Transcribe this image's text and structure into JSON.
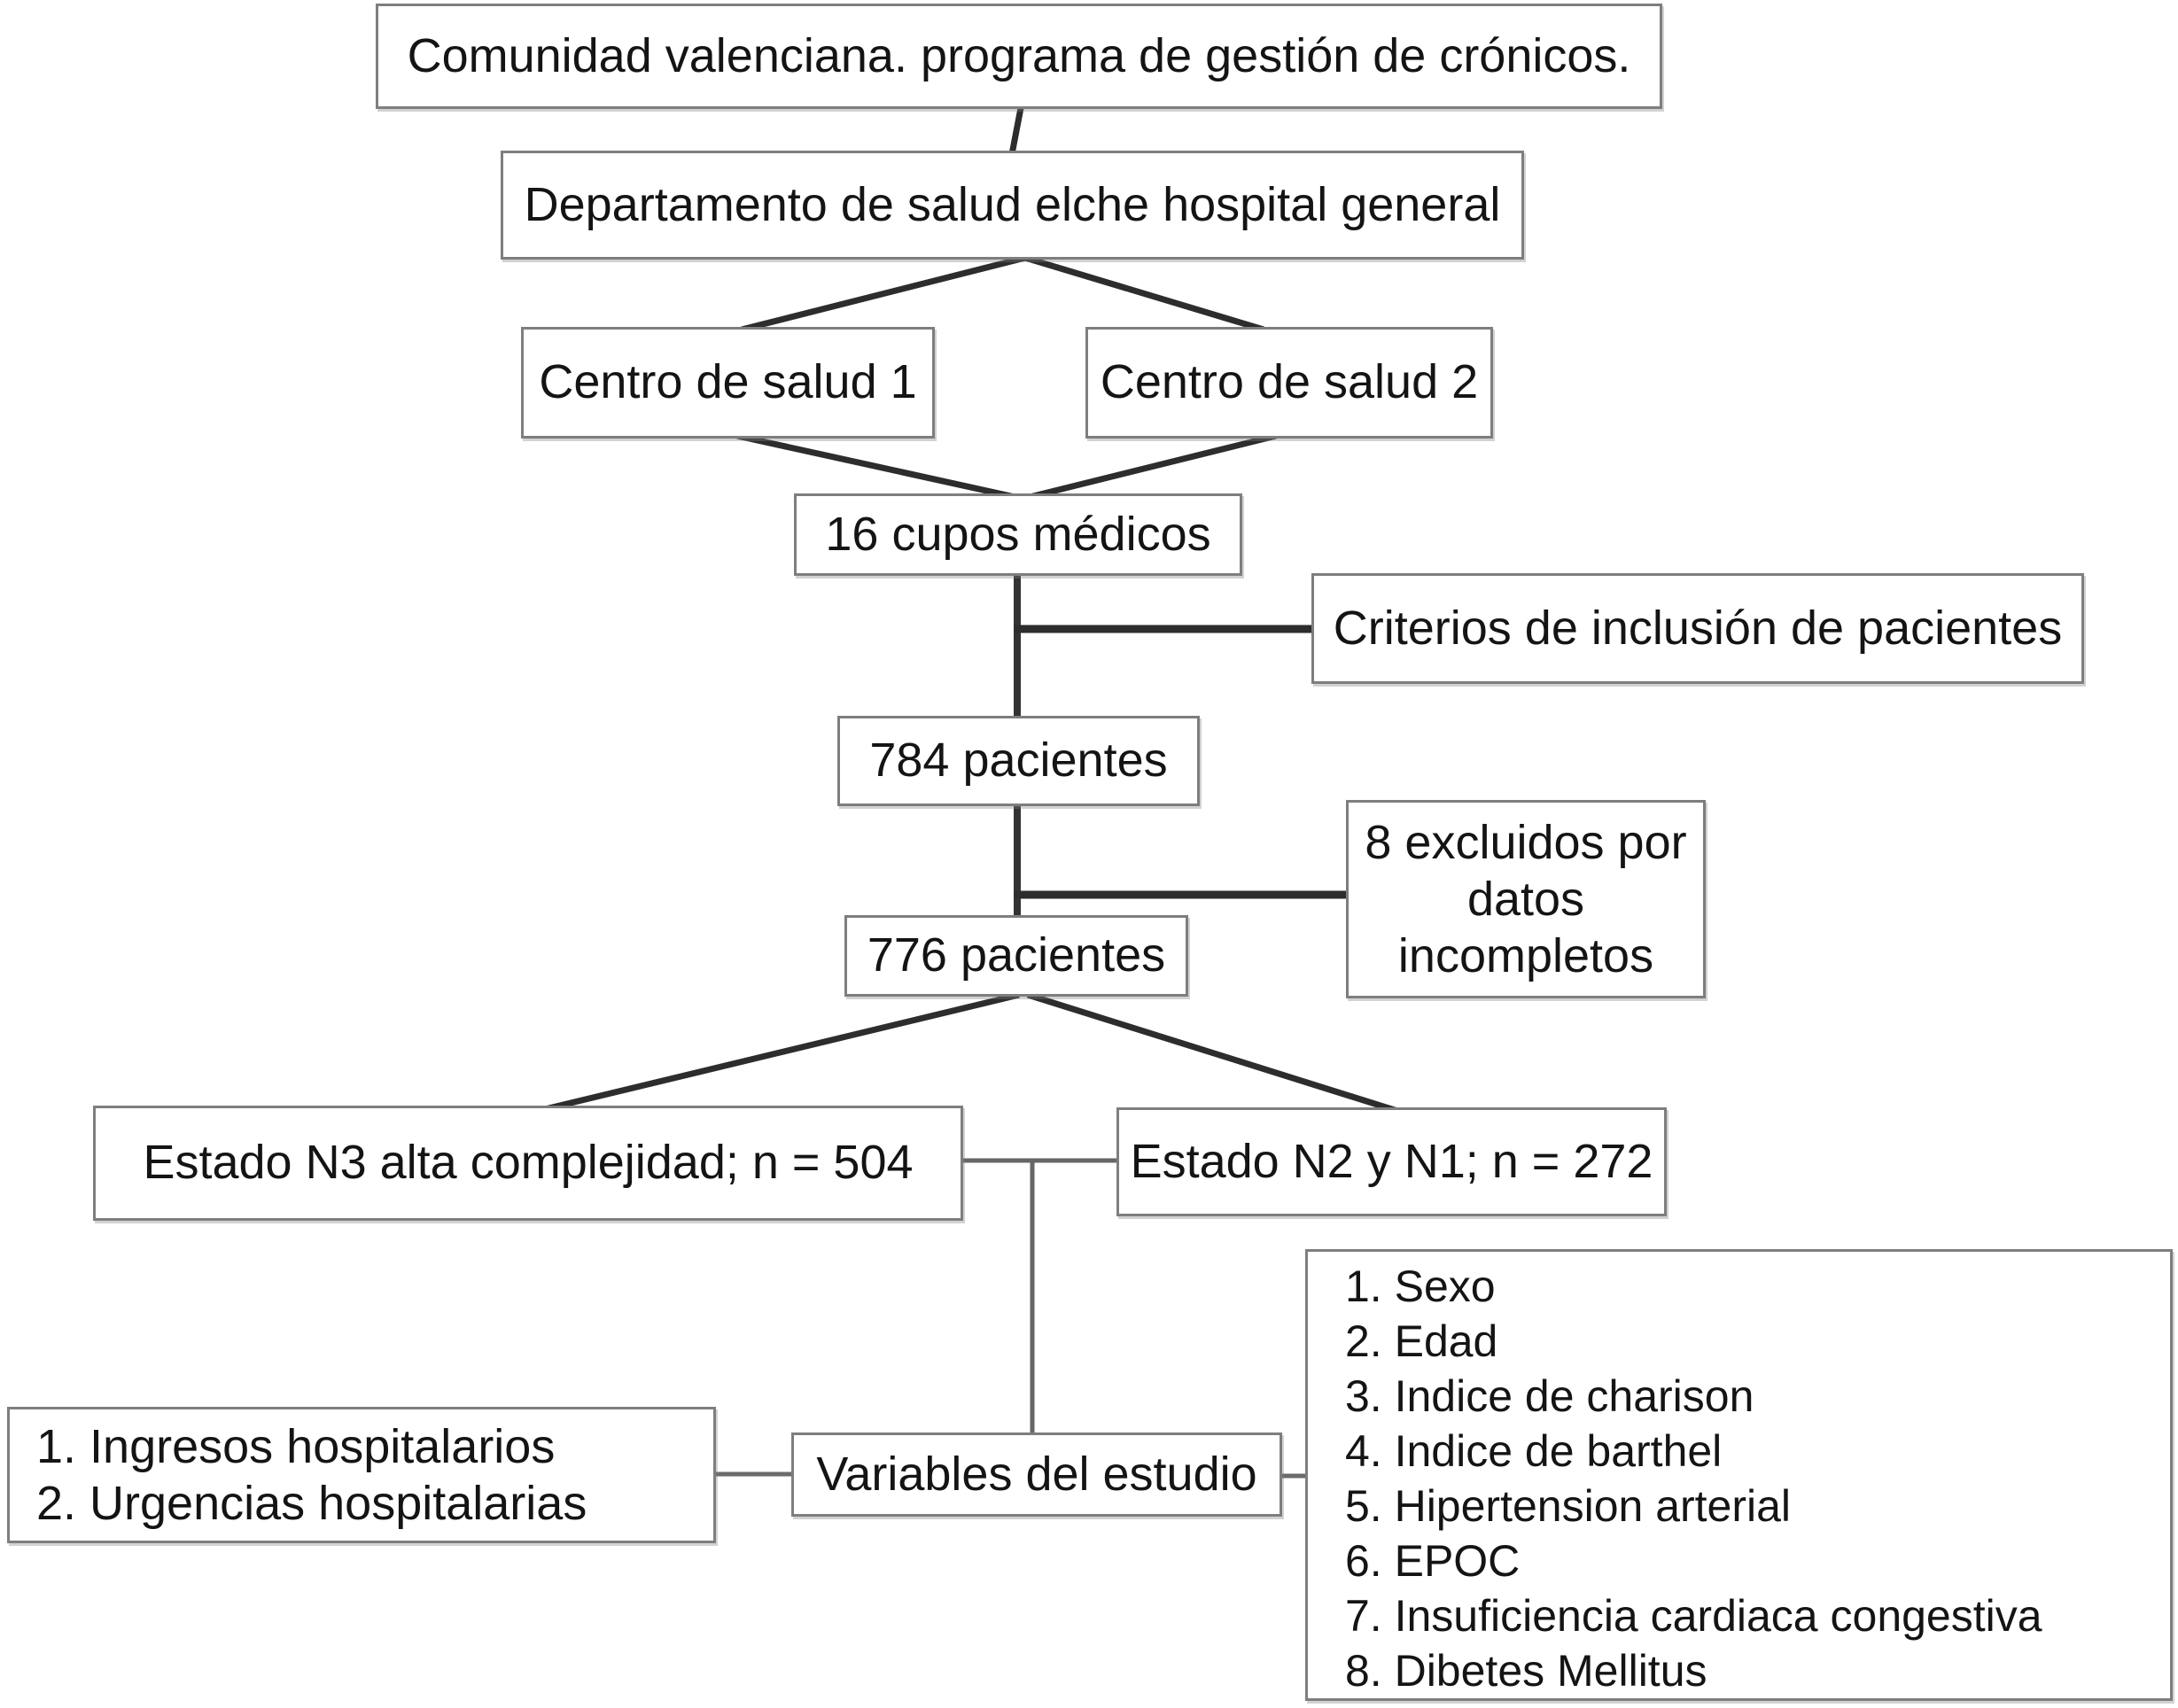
{
  "flowchart": {
    "title": "Comunidad valenciana programa de gestión de crónicos — diagrama de flujo del estudio",
    "colors": {
      "background": "#ffffff",
      "box_fill": "#ffffff",
      "box_border": "#7e7e7e",
      "connector_dark": "#2d2d2d",
      "connector_gray": "#6b6b6b",
      "text": "#141414"
    },
    "nodes": {
      "comunidad": {
        "label": "Comunidad valenciana. programa de gestión de crónicos."
      },
      "departamento": {
        "label": "Departamento de salud elche hospital general"
      },
      "centro_salud_1": {
        "label": "Centro de salud 1"
      },
      "centro_salud_2": {
        "label": "Centro de salud 2"
      },
      "cupos_medicos": {
        "label": "16 cupos médicos"
      },
      "criterios_inclusion": {
        "label": "Criterios de inclusión de pacientes"
      },
      "pacientes_784": {
        "label": "784 pacientes"
      },
      "excluidos": {
        "lines": [
          "8 excluidos por",
          "datos",
          "incompletos"
        ]
      },
      "pacientes_776": {
        "label": "776 pacientes"
      },
      "estado_n3": {
        "label": "Estado N3 alta complejidad; n = 504"
      },
      "estado_n2_n1": {
        "label": "Estado N2 y N1; n = 272"
      },
      "variables_estudio": {
        "label": "Variables del estudio"
      },
      "resultados": {
        "lines": [
          "1. Ingresos hospitalarios",
          "2. Urgencias hospitalarias"
        ]
      },
      "variables_lista": {
        "lines": [
          "1. Sexo",
          "2. Edad",
          "3. Indice de charison",
          "4. Indice de barthel",
          "5. Hipertension arterial",
          "6. EPOC",
          "7. Insuficiencia cardiaca congestiva",
          "8. Dibetes Mellitus"
        ]
      }
    },
    "edges": [
      {
        "from": "comunidad",
        "to": "departamento"
      },
      {
        "from": "departamento",
        "to": "centro_salud_1"
      },
      {
        "from": "departamento",
        "to": "centro_salud_2"
      },
      {
        "from": "centro_salud_1",
        "to": "cupos_medicos"
      },
      {
        "from": "centro_salud_2",
        "to": "cupos_medicos"
      },
      {
        "from": "cupos_medicos",
        "to": "criterios_inclusion"
      },
      {
        "from": "cupos_medicos",
        "to": "pacientes_784"
      },
      {
        "from": "pacientes_784",
        "to": "excluidos"
      },
      {
        "from": "pacientes_784",
        "to": "pacientes_776"
      },
      {
        "from": "pacientes_776",
        "to": "estado_n3"
      },
      {
        "from": "pacientes_776",
        "to": "estado_n2_n1"
      },
      {
        "from": "estado_n3",
        "to": "estado_n2_n1"
      },
      {
        "from": "estado_n3_n2_junction",
        "to": "variables_estudio"
      },
      {
        "from": "resultados",
        "to": "variables_estudio"
      },
      {
        "from": "variables_estudio",
        "to": "variables_lista"
      }
    ]
  }
}
